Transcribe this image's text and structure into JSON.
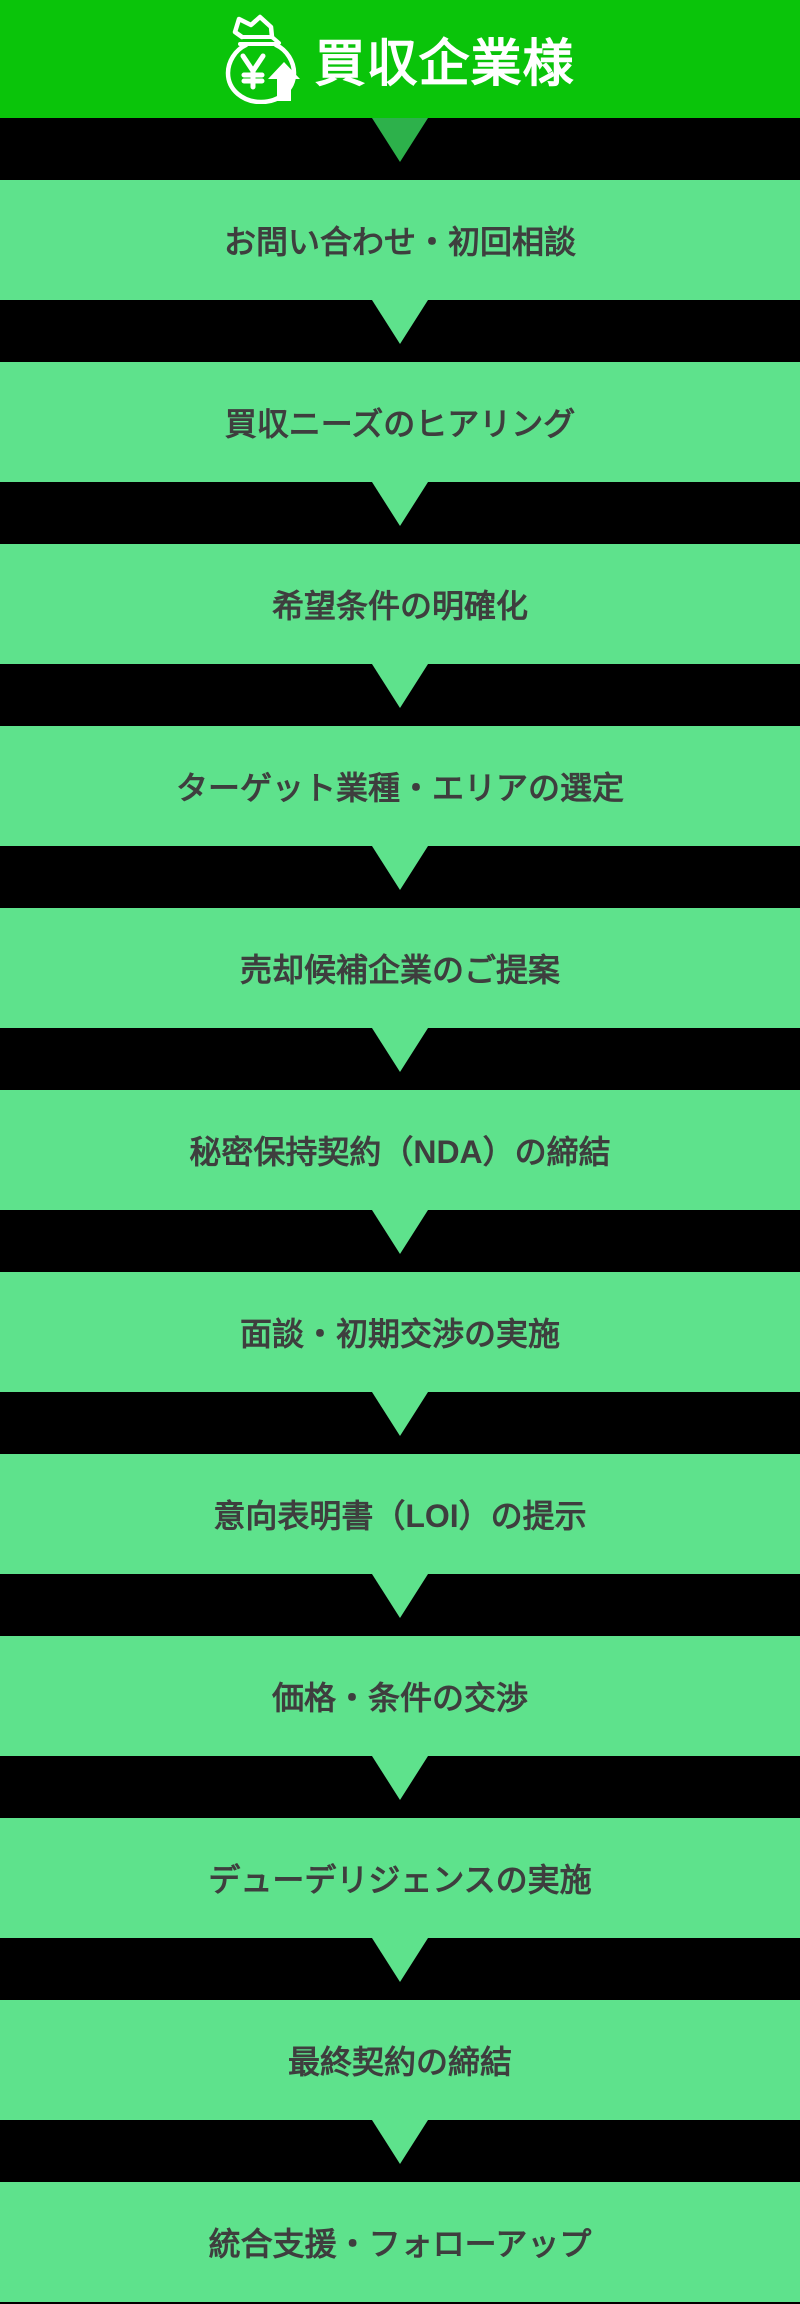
{
  "header": {
    "title": "買収企業様",
    "icon": "money-bag-yen-up-arrow-icon"
  },
  "steps": [
    {
      "label": "お問い合わせ・初回相談"
    },
    {
      "label": "買収ニーズのヒアリング"
    },
    {
      "label": "希望条件の明確化"
    },
    {
      "label": "ターゲット業種・エリアの選定"
    },
    {
      "label": "売却候補企業のご提案"
    },
    {
      "label": "秘密保持契約（NDA）の締結"
    },
    {
      "label": "面談・初期交渉の実施"
    },
    {
      "label": "意向表明書（LOI）の提示"
    },
    {
      "label": "価格・条件の交渉"
    },
    {
      "label": "デューデリジェンスの実施"
    },
    {
      "label": "最終契約の締結"
    },
    {
      "label": "統合支援・フォローアップ"
    }
  ],
  "colors": {
    "header_bg": "#0ac40a",
    "header_text": "#ffffff",
    "header_arrow": "#2db14b",
    "step_bg": "#5ee28c",
    "step_arrow": "#5ee28c",
    "step_text": "#3e3e3e",
    "background": "#000000"
  }
}
